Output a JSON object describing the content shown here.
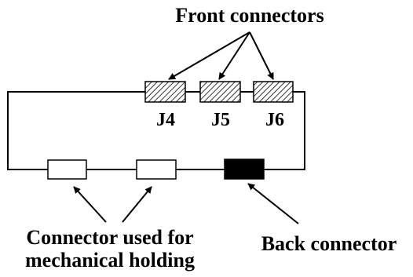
{
  "labels": {
    "front_connectors": "Front connectors",
    "j4": "J4",
    "j5": "J5",
    "j6": "J6",
    "holding_line1": "Connector used for",
    "holding_line2": "mechanical holding",
    "back_connector": "Back connector"
  },
  "colors": {
    "line": "#000000",
    "hatch": "#000000",
    "back_fill": "#000000",
    "holding_fill": "#ffffff",
    "background": "#ffffff"
  }
}
